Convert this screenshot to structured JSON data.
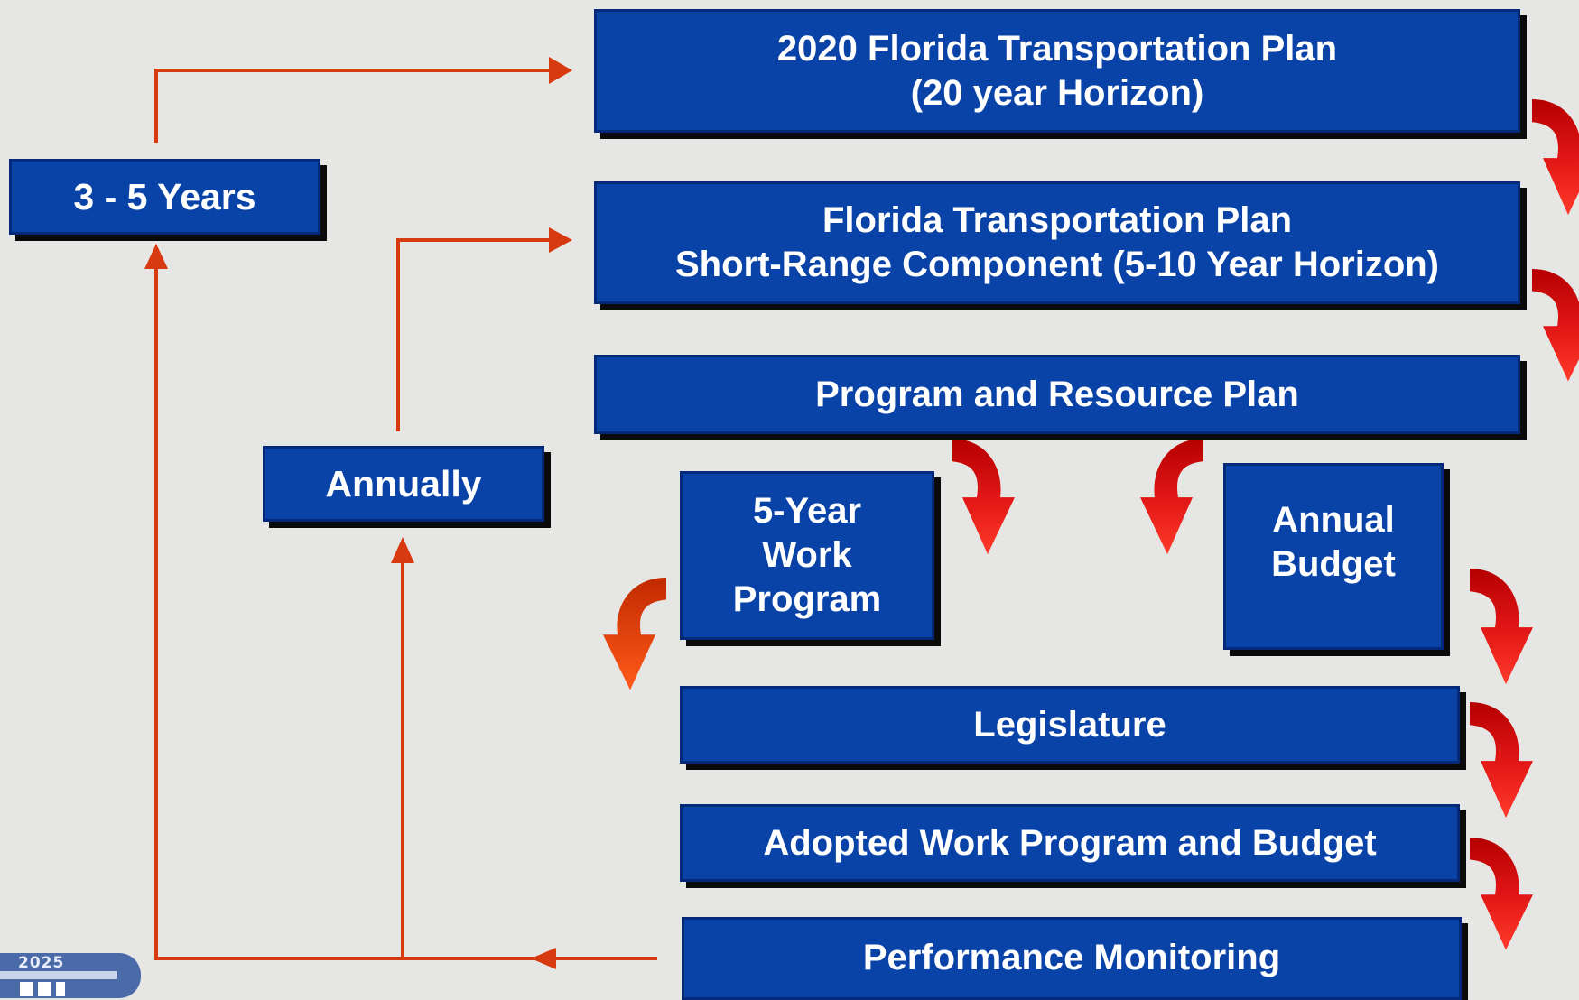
{
  "cycle_labels": {
    "three_five_years": "3 - 5 Years",
    "annually": "Annually"
  },
  "process_boxes": {
    "ftp_2020": [
      "2020 Florida Transportation Plan",
      "(20 year Horizon)"
    ],
    "ftp_short_range": [
      "Florida Transportation Plan",
      "Short-Range Component (5-10 Year Horizon)"
    ],
    "program_resource_plan": [
      "Program and Resource Plan"
    ],
    "five_year_work_program": [
      "5-Year",
      "Work",
      "Program"
    ],
    "annual_budget": [
      "Annual",
      "Budget"
    ],
    "legislature": [
      "Legislature"
    ],
    "adopted_work_program": [
      "Adopted Work Program and Budget"
    ],
    "performance_monitoring": [
      "Performance Monitoring"
    ]
  },
  "logo": {
    "year": "2025"
  },
  "colors": {
    "box_fill": "#0a43a8",
    "box_shadow": "#0a0a0a",
    "feedback_arrow": "#d83a10",
    "curved_arrow_red": "#d40b0b",
    "curved_arrow_orange": "#e8420a",
    "background": "#e6e6e4"
  }
}
